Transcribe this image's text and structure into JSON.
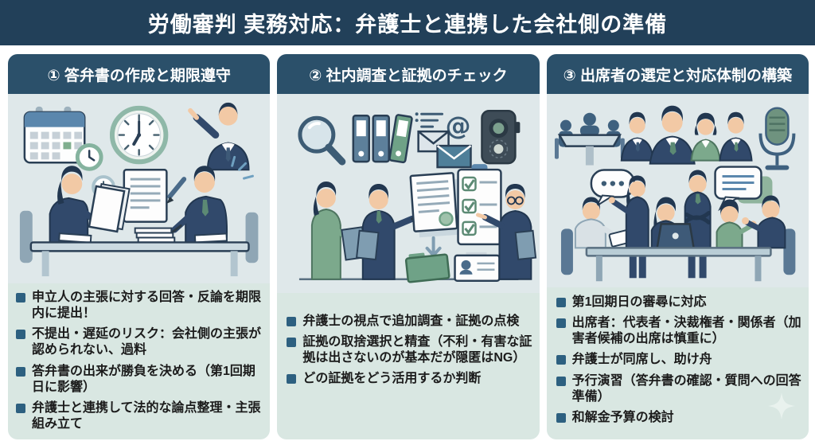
{
  "header": {
    "title": "労働審判 実務対応：弁護士と連携した会社側の準備"
  },
  "colors": {
    "header_band": "#224059",
    "panel_header": "#2b506a",
    "panel_body": "#d9e7e2",
    "illustration_bg": "#dfe8ea",
    "bullet": "#2d6080",
    "text": "#1b1b1b"
  },
  "columns": [
    {
      "header": "① 答弁書の作成と期限遵守",
      "illustration_icons": [
        "calendar-icon",
        "clock-icon",
        "pointing-businessman",
        "two-people-drafting-documents"
      ],
      "bullets": [
        "申立人の主張に対する回答・反論を期限内に提出！",
        "不提出・遅延のリスク：会社側の主張が認められない、過料",
        "答弁書の出来が勝負を決める（第1回期日に影響）",
        "弁護士と連携して法的な論点整理・主張組み立て"
      ]
    },
    {
      "header": "② 社内調査と証拠のチェック",
      "illustration_icons": [
        "magnifier-icon",
        "binders-icon",
        "email-icon",
        "voice-recorder-icon",
        "people-reviewing-evidence",
        "document-icon",
        "checklist-icon",
        "folder-icon",
        "id-card-icon"
      ],
      "bullets": [
        "弁護士の視点で追加調査・証拠の点検",
        "証拠の取捨選択と精査（不利・有害な証拠は出さないのが基本だが隠匿はNG）",
        "どの証拠をどう活用するか判断"
      ]
    },
    {
      "header": "③ 出席者の選定と対応体制の構築",
      "illustration_icons": [
        "meeting-table-icon",
        "attendee-busts",
        "microphone-icon",
        "team-discussion-scene",
        "speech-bubbles",
        "sparkle-icon"
      ],
      "bullets": [
        "第1回期日の審尋に対応",
        "出席者：代表者・決裁権者・関係者（加害者候補の出席は慎重に）",
        "弁護士が同席し、助け舟",
        "予行演習（答弁書の確認・質問への回答準備）",
        "和解金予算の検討"
      ]
    }
  ]
}
